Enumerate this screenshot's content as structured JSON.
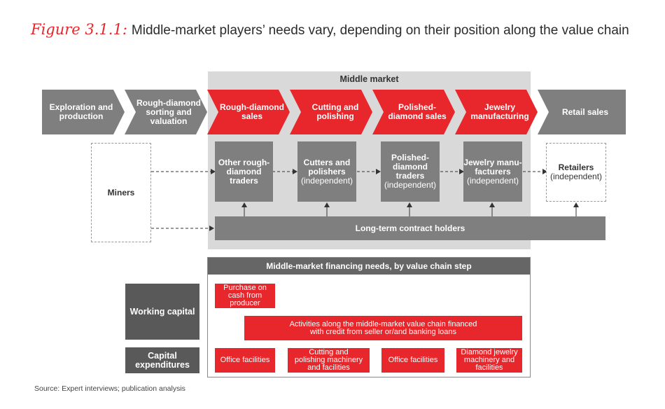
{
  "title": {
    "figure": "Figure 3.1.1:",
    "text": "Middle-market players’ needs vary, depending on their position along the value chain"
  },
  "middle_market_label": "Middle market",
  "chain": [
    {
      "label": "Exploration and production",
      "color": "#7f7f7f"
    },
    {
      "label": "Rough-diamond sorting and valuation",
      "color": "#7f7f7f"
    },
    {
      "label": "Rough-diamond sales",
      "color": "#e8272c"
    },
    {
      "label": "Cutting and polishing",
      "color": "#e8272c"
    },
    {
      "label": "Polished-diamond sales",
      "color": "#e8272c"
    },
    {
      "label": "Jewelry manufacturing",
      "color": "#e8272c"
    },
    {
      "label": "Retail sales",
      "color": "#7f7f7f"
    }
  ],
  "actors": {
    "miners": "Miners",
    "traders": "Other rough-diamond traders",
    "cutters": {
      "label": "Cutters and polishers",
      "sub": "(independent)"
    },
    "polished": {
      "label": "Polished-diamond traders",
      "sub": "(independent)"
    },
    "jewelry": {
      "label": "Jewelry manu-facturers",
      "sub": "(independent)"
    },
    "retailers": {
      "label": "Retailers",
      "sub": "(independent)"
    },
    "contract": "Long-term contract holders"
  },
  "financing": {
    "header": "Middle-market financing needs, by value chain step",
    "working_capital": "Working capital",
    "capex": "Capital expenditures",
    "purchase": "Purchase on cash from producer",
    "activities": "Activities along the middle-market value chain financed with credit from seller or/and banking loans",
    "office1": "Office facilities",
    "cutting_machinery": "Cutting and polishing machinery and facilities",
    "office2": "Office facilities",
    "jewelry_machinery": "Diamond jewelry machinery and facilities"
  },
  "colors": {
    "accent": "#e8272c",
    "gray": "#7f7f7f",
    "dark": "#595959",
    "band": "#d9d9d9"
  },
  "source": "Source: Expert interviews; publication analysis"
}
